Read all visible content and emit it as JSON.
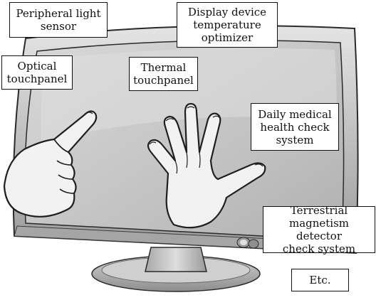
{
  "labels": {
    "peripheral_light_sensor": "Peripheral light\nsensor",
    "display_temperature_optimizer": "Display device\ntemperature\noptimizer",
    "optical_touchpanel": "Optical\ntouchpanel",
    "thermal_touchpanel": "Thermal\ntouchpanel",
    "medical_health_check": "Daily medical\nhealth check\nsystem",
    "terrestrial_magnetism_detector": "Terrestrial\nmagnetism detector\ncheck system",
    "etc": "Etc."
  },
  "colors": {
    "bezel_dark": "#8a8a8a",
    "bezel_light": "#d6d6d6",
    "screen": "#c4c4c4",
    "stand": "#b5b5b5",
    "outline": "#2a2a2a",
    "hand_fill": "#f2f2f2"
  },
  "icons": {
    "pointing_hand": "pointing-hand-icon",
    "open_palm": "open-palm-icon",
    "monitor": "monitor-icon"
  }
}
